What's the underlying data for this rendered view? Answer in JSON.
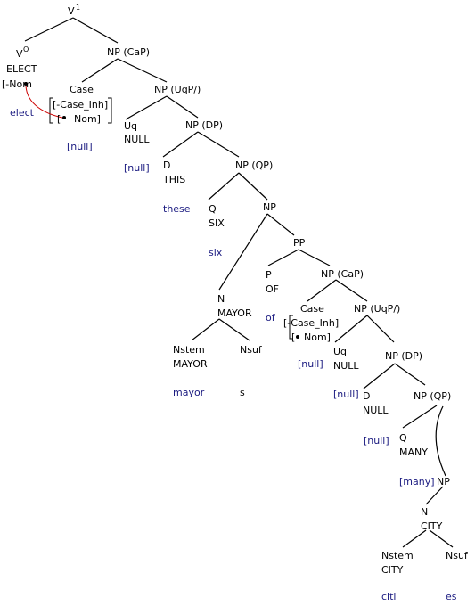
{
  "root": {
    "label": "V",
    "sup": "1"
  },
  "v0": {
    "label": "V",
    "sup": "O",
    "lex": "ELECT",
    "feat": "[-Nom",
    "gloss": "elect"
  },
  "case1": {
    "label": "Case",
    "feat1": "[-Case_Inh]",
    "feat2": "[",
    "feat3": "Nom]",
    "gloss": "[null]"
  },
  "np_cap1": "NP (CaP)",
  "np_uqp1": "NP (UqP/)",
  "uq1": {
    "label": "Uq",
    "lex": "NULL",
    "gloss": "[null]"
  },
  "np_dp1": "NP (DP)",
  "d1": {
    "label": "D",
    "lex": "THIS",
    "gloss": "these"
  },
  "np_qp1": "NP (QP)",
  "q1": {
    "label": "Q",
    "lex": "SIX",
    "gloss": "six"
  },
  "np1": "NP",
  "pp": "PP",
  "p": {
    "label": "P",
    "lex": "OF",
    "gloss": "of"
  },
  "n1": {
    "label": "N",
    "lex": "MAYOR"
  },
  "nstem1": {
    "label": "Nstem",
    "lex": "MAYOR",
    "gloss": "mayor"
  },
  "nsuf1": {
    "label": "Nsuf",
    "gloss": "s"
  },
  "np_cap2": "NP (CaP)",
  "case2": {
    "label": "Case",
    "feat1": "[-Case_Inh]",
    "feat2": "[",
    "feat3": "Nom]"
  },
  "np_uqp2": "NP (UqP/)",
  "uq2": {
    "label": "Uq",
    "lex": "NULL",
    "gloss": "[null]"
  },
  "np_dp2": "NP (DP)",
  "d2": {
    "label": "D",
    "lex": "NULL",
    "gloss": "[null]"
  },
  "np_qp2": "NP (QP)",
  "q2": {
    "label": "Q",
    "lex": "MANY",
    "gloss": "[null]"
  },
  "np2": {
    "label": "NP",
    "gloss": "[many]"
  },
  "n2": {
    "label": "N",
    "lex": "CITY"
  },
  "nstem2": {
    "label": "Nstem",
    "lex": "CITY",
    "gloss": "citi"
  },
  "nsuf2": {
    "label": "Nsuf",
    "gloss": "es"
  },
  "colors": {
    "gloss": "#1a1a80",
    "arrow": "#cc0000",
    "line": "#000000"
  }
}
